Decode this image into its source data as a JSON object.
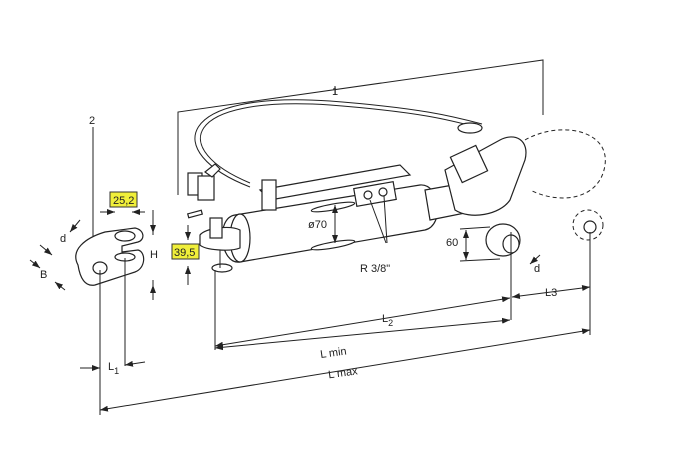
{
  "labels": {
    "part_1": "1",
    "part_2": "2",
    "pin_hole_dim": "25,2",
    "pin_height_dim": "39,5",
    "d_left": "d",
    "B": "B",
    "H": "H",
    "L1_main": "L",
    "L1_sub": "1",
    "diameter": "ø70",
    "thread": "R 3/8\"",
    "ball_height": "60",
    "d_right": "d",
    "L3": "L3",
    "L2_main": "L",
    "L2_sub": "2",
    "L_min": "L min",
    "L_max": "L max"
  },
  "colors": {
    "highlight": "#f0ef3a",
    "line": "#222222"
  }
}
